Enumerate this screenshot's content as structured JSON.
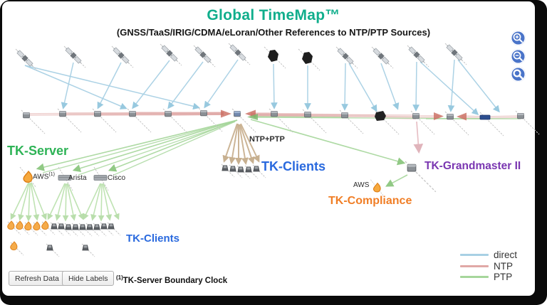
{
  "header": {
    "title": "Global TimeMap™",
    "subtitle": "(GNSS/TaaS/IRIG/CDMA/eLoran/Other References to NTP/PTP Sources)"
  },
  "annotations": {
    "ntp_ptp": "NTP+PTP",
    "tk_server": "TK-Server",
    "tk_clients_center": "TK-Clients",
    "tk_clients_left": "TK-Clients",
    "tk_grandmaster": "TK-Grandmaster II",
    "tk_compliance": "TK-Compliance",
    "aws_boundary": "AWS",
    "aws_boundary_sup": "(1)",
    "arista": "Arista",
    "cisco": "Cisco",
    "aws_compliance": "AWS"
  },
  "legend": {
    "items": [
      {
        "label": "direct",
        "key": "direct"
      },
      {
        "label": "NTP",
        "key": "ntp"
      },
      {
        "label": "PTP",
        "key": "ptp"
      }
    ]
  },
  "toolbar": {
    "refresh": "Refresh Data",
    "hide_labels": "Hide Labels",
    "footnote_sup": "(1)",
    "footnote": "TK-Server Boundary Clock"
  },
  "colors": {
    "title": "#10ae8c",
    "tk_server": "#2eb356",
    "tk_clients": "#2969de",
    "grandmaster": "#7a36b1",
    "compliance": "#f07e26",
    "direct": "#a8d0e4",
    "ntp": "#e0a8a6",
    "ptp": "#a6d69b",
    "tan": "#c7ae8c",
    "zoom_btn": "#4a74c9"
  },
  "diagram": {
    "satellites": [
      [
        35,
        82,
        0
      ],
      [
        103,
        78,
        0
      ],
      [
        170,
        78,
        0
      ],
      [
        238,
        75,
        0
      ],
      [
        285,
        77,
        0
      ],
      [
        334,
        74,
        0
      ],
      [
        384,
        79,
        1
      ],
      [
        432,
        82,
        1
      ],
      [
        485,
        79,
        0
      ],
      [
        535,
        79,
        0
      ],
      [
        585,
        77,
        0
      ],
      [
        638,
        74,
        0
      ]
    ],
    "servers": [
      [
        37,
        162,
        "g"
      ],
      [
        88,
        160,
        "g"
      ],
      [
        137,
        160,
        "g"
      ],
      [
        186,
        160,
        "g"
      ],
      [
        236,
        160,
        "g"
      ],
      [
        286,
        159,
        "g"
      ],
      [
        333,
        160,
        "hub"
      ],
      [
        385,
        160,
        "g"
      ],
      [
        432,
        161,
        "g"
      ],
      [
        484,
        162,
        "g"
      ],
      [
        534,
        163,
        "b"
      ],
      [
        584,
        163,
        "g"
      ],
      [
        632,
        164,
        "g"
      ],
      [
        681,
        165,
        "blue"
      ],
      [
        731,
        163,
        "g"
      ]
    ],
    "direct_links": [
      [
        35,
        92,
        176,
        152
      ],
      [
        35,
        92,
        278,
        151
      ],
      [
        103,
        88,
        89,
        151
      ],
      [
        170,
        88,
        138,
        151
      ],
      [
        238,
        85,
        187,
        151
      ],
      [
        285,
        87,
        237,
        151
      ],
      [
        334,
        84,
        288,
        150
      ],
      [
        384,
        90,
        385,
        151
      ],
      [
        432,
        92,
        432,
        152
      ],
      [
        485,
        89,
        484,
        153
      ],
      [
        490,
        89,
        528,
        155
      ],
      [
        535,
        89,
        558,
        152
      ],
      [
        585,
        87,
        584,
        154
      ],
      [
        590,
        87,
        670,
        160
      ],
      [
        638,
        84,
        633,
        155
      ],
      [
        643,
        84,
        700,
        156
      ]
    ],
    "ntp_links": [
      [
        37,
        161,
        314,
        159
      ],
      [
        88,
        160,
        314,
        160
      ],
      [
        137,
        161,
        314,
        160
      ],
      [
        186,
        159,
        314,
        160
      ],
      [
        236,
        161,
        314,
        160
      ],
      [
        286,
        160,
        314,
        160
      ],
      [
        385,
        160,
        352,
        160
      ],
      [
        432,
        161,
        352,
        161
      ],
      [
        484,
        162,
        352,
        161
      ],
      [
        534,
        163,
        352,
        162
      ],
      [
        584,
        163,
        352,
        162
      ],
      [
        588,
        164,
        616,
        164
      ],
      [
        677,
        165,
        648,
        164
      ],
      [
        731,
        164,
        686,
        165
      ],
      [
        584,
        166,
        534,
        165
      ]
    ],
    "red_drop": [
      585,
      171,
      588,
      212
    ],
    "ptp_plain": [
      [
        484,
        165,
        356,
        164
      ],
      [
        681,
        167,
        356,
        165
      ],
      [
        731,
        167,
        598,
        167
      ],
      [
        330,
        170,
        60,
        243
      ],
      [
        330,
        171,
        110,
        246
      ],
      [
        330,
        171,
        160,
        246
      ]
    ],
    "ptp_arrows": [
      [
        333,
        169,
        54,
        237
      ],
      [
        333,
        169,
        105,
        239
      ],
      [
        333,
        169,
        155,
        239
      ],
      [
        352,
        168,
        566,
        229
      ],
      [
        572,
        246,
        544,
        261
      ]
    ],
    "fan_tan": [
      [
        333,
        174,
        315,
        226
      ],
      [
        334,
        174,
        325,
        228
      ],
      [
        335,
        175,
        335,
        229
      ],
      [
        336,
        175,
        345,
        229
      ],
      [
        337,
        175,
        355,
        228
      ],
      [
        338,
        174,
        363,
        226
      ]
    ],
    "clients_center": [
      [
        316,
        236
      ],
      [
        327,
        237
      ],
      [
        338,
        238
      ],
      [
        349,
        238
      ],
      [
        360,
        237
      ]
    ],
    "boundary": {
      "aws": [
        40,
        249
      ],
      "arista": [
        91,
        250
      ],
      "cisco": [
        141,
        250
      ]
    },
    "fans_left": [
      [
        40,
        257,
        16,
        307
      ],
      [
        41,
        257,
        28,
        308
      ],
      [
        42,
        258,
        40,
        309
      ],
      [
        43,
        257,
        52,
        308
      ],
      [
        44,
        257,
        64,
        307
      ],
      [
        91,
        258,
        68,
        307
      ],
      [
        92,
        258,
        80,
        308
      ],
      [
        93,
        259,
        92,
        309
      ],
      [
        94,
        258,
        104,
        308
      ],
      [
        95,
        258,
        116,
        307
      ],
      [
        141,
        258,
        118,
        307
      ],
      [
        142,
        258,
        130,
        308
      ],
      [
        143,
        259,
        142,
        309
      ],
      [
        144,
        258,
        154,
        308
      ],
      [
        145,
        258,
        166,
        307
      ]
    ],
    "clients_left": [
      [
        16,
        317,
        1
      ],
      [
        28,
        317,
        1
      ],
      [
        40,
        318,
        1
      ],
      [
        52,
        318,
        1
      ],
      [
        64,
        317,
        1
      ],
      [
        76,
        318,
        0
      ],
      [
        86,
        318,
        0
      ],
      [
        96,
        319,
        0
      ],
      [
        106,
        319,
        0
      ],
      [
        116,
        319,
        0
      ],
      [
        126,
        319,
        0
      ],
      [
        136,
        319,
        0
      ],
      [
        146,
        318,
        0
      ],
      [
        156,
        318,
        0
      ]
    ],
    "clients_left2": [
      [
        20,
        346,
        1
      ],
      [
        70,
        348,
        0
      ],
      [
        120,
        348,
        0
      ]
    ],
    "grandmaster": [
      578,
      236
    ],
    "compliance": [
      530,
      264
    ],
    "red_arrows": [
      [
        310,
        154.5,
        325,
        160,
        310,
        165.5
      ],
      [
        359,
        154.5,
        344,
        160,
        359,
        165.5
      ],
      [
        609,
        158,
        623,
        163.5,
        609,
        169
      ],
      [
        655,
        158.5,
        641,
        164,
        655,
        169.5
      ]
    ],
    "green_arrows": [
      [
        362,
        160,
        347,
        164.5,
        362,
        169
      ]
    ]
  }
}
